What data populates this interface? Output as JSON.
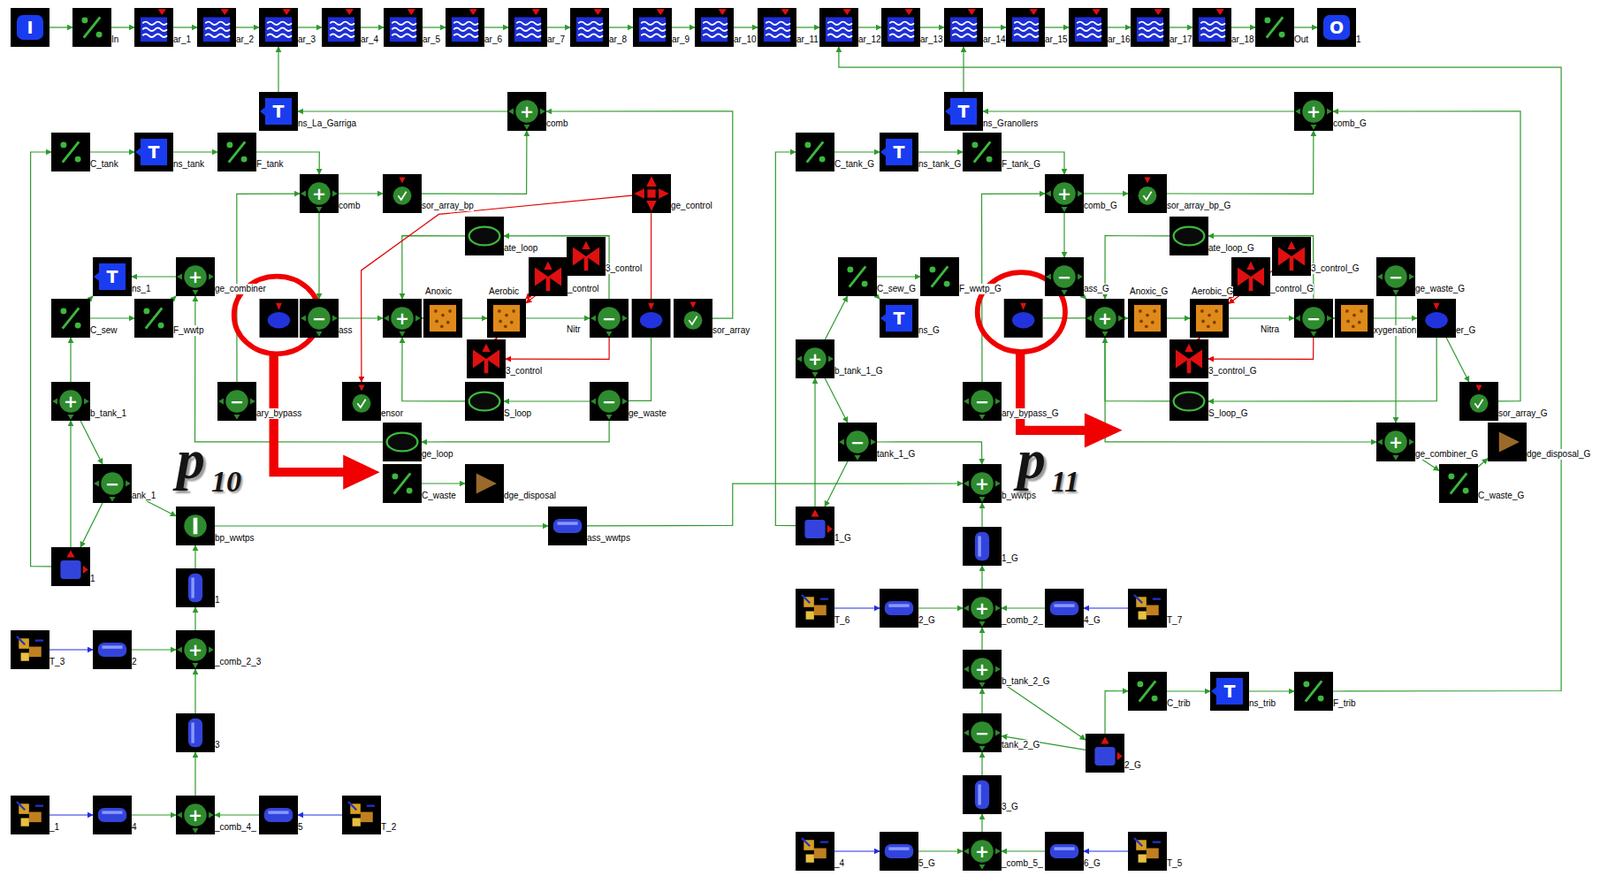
{
  "diagram": {
    "nodes": [
      {
        "text": [
          "I"
        ]
      },
      {
        "text": [
          "In"
        ]
      },
      {
        "text": [
          "ar_1"
        ]
      },
      {
        "text": [
          "ar_2"
        ]
      },
      {
        "text": [
          "ar_3"
        ]
      },
      {
        "text": [
          "ar_4"
        ]
      },
      {
        "text": [
          "ar_5"
        ]
      },
      {
        "text": [
          "ar_6"
        ]
      },
      {
        "text": [
          "ar_7"
        ]
      },
      {
        "text": [
          "ar_8"
        ]
      },
      {
        "text": [
          "ar_9"
        ]
      },
      {
        "text": [
          "ar_10"
        ]
      },
      {
        "text": [
          "ar_11"
        ]
      },
      {
        "text": [
          "ar_12"
        ]
      },
      {
        "text": [
          "ar_13"
        ]
      },
      {
        "text": [
          "ar_14"
        ]
      },
      {
        "text": [
          "ar_15"
        ]
      },
      {
        "text": [
          "ar_16"
        ]
      },
      {
        "text": [
          "ar_17"
        ]
      },
      {
        "text": [
          "ar_18"
        ]
      },
      {
        "text": [
          "Out"
        ]
      },
      {
        "text": [
          "O",
          "1"
        ]
      },
      {
        "text": [
          "T",
          "ns_La_Garriga"
        ]
      },
      {
        "text": [
          "+",
          "comb"
        ]
      },
      {
        "text": [
          "C_tank"
        ]
      },
      {
        "text": [
          "T",
          "ns_tank"
        ]
      },
      {
        "text": [
          "F_tank"
        ]
      },
      {
        "text": [
          "+",
          "comb"
        ]
      },
      {
        "text": [
          "sor_array_bp"
        ]
      },
      {
        "text": [
          "ge_control"
        ]
      },
      {
        "text": [
          "ate_loop"
        ]
      },
      {
        "text": [
          "3_control"
        ]
      },
      {
        "text": [
          "_control"
        ]
      },
      {
        "text": [
          "T",
          "ns_1"
        ]
      },
      {
        "text": [
          "+",
          "ge_combiner"
        ]
      },
      {
        "text": [
          "C_sew"
        ]
      },
      {
        "text": [
          "F_wwtp"
        ]
      },
      {
        "text": [
          "−",
          "ass"
        ]
      },
      {
        "text": [
          "+"
        ]
      },
      {
        "text": [
          "Anoxic"
        ]
      },
      {
        "text": [
          "Aerobic"
        ]
      },
      {
        "text": [
          "−"
        ]
      },
      {
        "text": [
          "sor_array"
        ]
      },
      {
        "text": [
          "3_control"
        ]
      },
      {
        "text": [
          "+",
          "b_tank_1"
        ]
      },
      {
        "text": [
          "−",
          "ary_bypass"
        ]
      },
      {
        "text": [
          "ensor"
        ]
      },
      {
        "text": [
          "S_loop"
        ]
      },
      {
        "text": [
          "−",
          "ge_waste"
        ]
      },
      {
        "text": [
          "ge_loop"
        ]
      },
      {
        "text": [
          "−",
          "ank_1"
        ]
      },
      {
        "text": [
          "C_waste"
        ]
      },
      {
        "text": [
          "dge_disposal"
        ]
      },
      {
        "text": [
          "bp_wwtps"
        ]
      },
      {
        "text": [
          "ass_wwtps"
        ]
      },
      {
        "text": [
          "1"
        ]
      },
      {
        "text": [
          "1"
        ]
      },
      {
        "text": [
          "T_3"
        ]
      },
      {
        "text": [
          "2"
        ]
      },
      {
        "text": [
          "+",
          "_comb_2_3"
        ]
      },
      {
        "text": [
          "3"
        ]
      },
      {
        "text": [
          "_1"
        ]
      },
      {
        "text": [
          "4"
        ]
      },
      {
        "text": [
          "+",
          "_comb_4_"
        ]
      },
      {
        "text": [
          "5"
        ]
      },
      {
        "text": [
          "T_2"
        ]
      },
      {
        "text": [
          "T",
          "ns_Granollers"
        ]
      },
      {
        "text": [
          "+",
          "comb_G"
        ]
      },
      {
        "text": [
          "C_tank_G"
        ]
      },
      {
        "text": [
          "T",
          "ns_tank_G"
        ]
      },
      {
        "text": [
          "F_tank_G"
        ]
      },
      {
        "text": [
          "+",
          "comb_G"
        ]
      },
      {
        "text": [
          "sor_array_bp_G"
        ]
      },
      {
        "text": [
          "ate_loop_G"
        ]
      },
      {
        "text": [
          "3_control_G"
        ]
      },
      {
        "text": [
          "_control_G"
        ]
      },
      {
        "text": [
          "C_sew_G"
        ]
      },
      {
        "text": [
          "F_wwtp_G"
        ]
      },
      {
        "text": [
          "−",
          "ass_G"
        ]
      },
      {
        "text": [
          "−",
          "ge_waste_G"
        ]
      },
      {
        "text": [
          "T",
          "ns_G"
        ]
      },
      {
        "text": [
          "+"
        ]
      },
      {
        "text": [
          "Anoxic_G"
        ]
      },
      {
        "text": [
          "Aerobic_G"
        ]
      },
      {
        "text": [
          "−"
        ]
      },
      {
        "text": [
          "xygenation"
        ]
      },
      {
        "text": [
          "er_G"
        ]
      },
      {
        "text": [
          "+",
          "b_tank_1_G"
        ]
      },
      {
        "text": [
          "3_control_G"
        ]
      },
      {
        "text": [
          "−",
          "ary_bypass_G"
        ]
      },
      {
        "text": [
          "S_loop_G"
        ]
      },
      {
        "text": [
          "sor_array_G"
        ]
      },
      {
        "text": [
          "−",
          "tank_1_G"
        ]
      },
      {
        "text": [
          "+",
          "ge_combiner_G"
        ]
      },
      {
        "text": [
          "dge_disposal_G"
        ]
      },
      {
        "text": [
          "+",
          "b_wwtps"
        ]
      },
      {
        "text": [
          "C_waste_G"
        ]
      },
      {
        "text": [
          "1_G"
        ]
      },
      {
        "text": [
          "1_G"
        ]
      },
      {
        "text": [
          "T_6"
        ]
      },
      {
        "text": [
          "2_G"
        ]
      },
      {
        "text": [
          "+",
          "_comb_2_"
        ]
      },
      {
        "text": [
          "4_G"
        ]
      },
      {
        "text": [
          "T_7"
        ]
      },
      {
        "text": [
          "+",
          "b_tank_2_G"
        ]
      },
      {
        "text": [
          "C_trib"
        ]
      },
      {
        "text": [
          "T",
          "ns_trib"
        ]
      },
      {
        "text": [
          "F_trib"
        ]
      },
      {
        "text": [
          "−",
          "tank_2_G"
        ]
      },
      {
        "text": [
          "2_G"
        ]
      },
      {
        "text": [
          "3_G"
        ]
      },
      {
        "text": [
          "_4"
        ]
      },
      {
        "text": [
          "5_G"
        ]
      },
      {
        "text": [
          "+",
          "_comb_5_"
        ]
      },
      {
        "text": [
          "6_G"
        ]
      },
      {
        "text": [
          "T_5"
        ]
      }
    ],
    "edges": [
      {
        "from": 0,
        "to": 1,
        "arrow": "to"
      },
      {
        "from": 1,
        "to": 2,
        "arrow": "to"
      },
      {
        "from": 2,
        "to": 3,
        "arrow": "to"
      },
      {
        "from": 3,
        "to": 4,
        "arrow": "to"
      },
      {
        "from": 4,
        "to": 5,
        "arrow": "to"
      },
      {
        "from": 5,
        "to": 6,
        "arrow": "to"
      },
      {
        "from": 6,
        "to": 7,
        "arrow": "to"
      },
      {
        "from": 7,
        "to": 8,
        "arrow": "to"
      },
      {
        "from": 8,
        "to": 9,
        "arrow": "to"
      },
      {
        "from": 9,
        "to": 10,
        "arrow": "to"
      },
      {
        "from": 10,
        "to": 11,
        "arrow": "to"
      },
      {
        "from": 11,
        "to": 12,
        "arrow": "to"
      },
      {
        "from": 12,
        "to": 13,
        "arrow": "to"
      },
      {
        "from": 13,
        "to": 14,
        "arrow": "to"
      },
      {
        "from": 14,
        "to": 15,
        "arrow": "to"
      },
      {
        "from": 15,
        "to": 16,
        "arrow": "to"
      },
      {
        "from": 16,
        "to": 17,
        "arrow": "to"
      },
      {
        "from": 17,
        "to": 18,
        "arrow": "to"
      },
      {
        "from": 18,
        "to": 19,
        "arrow": "to"
      },
      {
        "from": 19,
        "to": 20,
        "arrow": "to"
      },
      {
        "from": 20,
        "to": 21,
        "arrow": "to"
      },
      {
        "from": 22,
        "to": 4,
        "arrow": "to"
      },
      {
        "from": 66,
        "to": 15,
        "arrow": "to"
      },
      {
        "from": 107,
        "to": 13,
        "arrow": "to"
      },
      {
        "from": 23,
        "to": 22,
        "arrow": "to"
      },
      {
        "from": 24,
        "to": 25,
        "arrow": "to"
      },
      {
        "from": 25,
        "to": 26,
        "arrow": "to"
      },
      {
        "from": 26,
        "to": 27,
        "arrow": "to"
      },
      {
        "from": 55,
        "to": 24,
        "arrow": "to"
      },
      {
        "from": 27,
        "to": 28,
        "arrow": "to"
      },
      {
        "from": 28,
        "to": 23,
        "arrow": "to"
      },
      {
        "from": 45,
        "to": 27,
        "arrow": "to"
      },
      {
        "from": 27,
        "to": 37,
        "arrow": "to"
      },
      {
        "from": 34,
        "to": 33,
        "arrow": "to"
      },
      {
        "from": 44,
        "to": 35,
        "arrow": "to"
      },
      {
        "from": 35,
        "to": 33,
        "arrow": "to"
      },
      {
        "from": 36,
        "to": 34,
        "arrow": "to"
      },
      {
        "from": 35,
        "to": 36,
        "arrow": "to"
      },
      {
        "from": 49,
        "to": 34,
        "arrow": "to"
      },
      {
        "from": 44,
        "to": 50,
        "arrow": "to"
      },
      {
        "from": 50,
        "to": 53,
        "arrow": "to"
      },
      {
        "from": 55,
        "to": 44,
        "arrow": "to"
      },
      {
        "from": 50,
        "to": 55,
        "arrow": "to"
      },
      {
        "from": 53,
        "to": 54,
        "arrow": "to"
      },
      {
        "from": 54,
        "to": 95,
        "arrow": "to"
      },
      {
        "from": 56,
        "to": 53,
        "arrow": "to"
      },
      {
        "from": 59,
        "to": 56,
        "arrow": "to"
      },
      {
        "from": 60,
        "to": 59,
        "arrow": "to"
      },
      {
        "from": 63,
        "to": 60,
        "arrow": "to"
      },
      {
        "from": 57,
        "to": 58,
        "arrow": "to"
      },
      {
        "from": 58,
        "to": 59,
        "arrow": "to"
      },
      {
        "from": 61,
        "to": 62,
        "arrow": "to"
      },
      {
        "from": 62,
        "to": 63,
        "arrow": "to"
      },
      {
        "from": 65,
        "to": 64,
        "arrow": "to"
      },
      {
        "from": 64,
        "to": 63,
        "arrow": "to"
      },
      {
        "from": 37,
        "to": 38,
        "arrow": "to"
      },
      {
        "from": 38,
        "to": 39,
        "arrow": "to"
      },
      {
        "from": 39,
        "to": 40,
        "arrow": "to"
      },
      {
        "from": 40,
        "to": 41,
        "arrow": "to"
      },
      {
        "from": 30,
        "to": 38,
        "arrow": "to"
      },
      {
        "from": 41,
        "to": 30,
        "arrow": "to"
      },
      {
        "from": 47,
        "to": 38,
        "arrow": "to"
      },
      {
        "from": 48,
        "to": 47,
        "arrow": "to"
      },
      {
        "from": 48,
        "to": 49,
        "arrow": "to"
      },
      {
        "from": 51,
        "to": 52,
        "arrow": "to"
      },
      {
        "from": 29,
        "to": 46,
        "arrow": "to"
      },
      {
        "from": 31,
        "to": 40,
        "arrow": "to"
      },
      {
        "from": 32,
        "to": 40,
        "arrow": "to"
      },
      {
        "from": 43,
        "to": 40,
        "arrow": "to"
      },
      {
        "from": 41,
        "to": 43,
        "arrow": "to"
      },
      {
        "from": 42,
        "to": 23,
        "arrow": "to"
      },
      {
        "from": 67,
        "to": 66,
        "arrow": "to"
      },
      {
        "from": 68,
        "to": 69,
        "arrow": "to"
      },
      {
        "from": 69,
        "to": 70,
        "arrow": "to"
      },
      {
        "from": 70,
        "to": 71,
        "arrow": "to"
      },
      {
        "from": 97,
        "to": 68,
        "arrow": "to"
      },
      {
        "from": 71,
        "to": 72,
        "arrow": "to"
      },
      {
        "from": 72,
        "to": 67,
        "arrow": "to"
      },
      {
        "from": 89,
        "to": 71,
        "arrow": "to"
      },
      {
        "from": 71,
        "to": 78,
        "arrow": "to"
      },
      {
        "from": 78,
        "to": 81,
        "arrow": "to"
      },
      {
        "from": 81,
        "to": 82,
        "arrow": "to"
      },
      {
        "from": 82,
        "to": 83,
        "arrow": "to"
      },
      {
        "from": 83,
        "to": 84,
        "arrow": "to"
      },
      {
        "from": 84,
        "to": 85,
        "arrow": "to"
      },
      {
        "from": 85,
        "to": 86,
        "arrow": "to"
      },
      {
        "from": 73,
        "to": 81,
        "arrow": "to"
      },
      {
        "from": 84,
        "to": 73,
        "arrow": "to"
      },
      {
        "from": 90,
        "to": 81,
        "arrow": "to"
      },
      {
        "from": 86,
        "to": 90,
        "arrow": "to"
      },
      {
        "from": 79,
        "to": 93,
        "arrow": "to"
      },
      {
        "from": 91,
        "to": 67,
        "arrow": "to"
      },
      {
        "from": 86,
        "to": 91,
        "arrow": "to"
      },
      {
        "from": 93,
        "to": 96,
        "arrow": "to"
      },
      {
        "from": 96,
        "to": 94,
        "arrow": "to"
      },
      {
        "from": 81,
        "to": 93,
        "arrow": "to"
      },
      {
        "from": 76,
        "to": 77,
        "arrow": "to"
      },
      {
        "from": 76,
        "to": 80,
        "arrow": "to"
      },
      {
        "from": 87,
        "to": 76,
        "arrow": "to"
      },
      {
        "from": 87,
        "to": 92,
        "arrow": "to"
      },
      {
        "from": 92,
        "to": 95,
        "arrow": "to"
      },
      {
        "from": 97,
        "to": 87,
        "arrow": "to"
      },
      {
        "from": 92,
        "to": 97,
        "arrow": "to"
      },
      {
        "from": 98,
        "to": 95,
        "arrow": "to"
      },
      {
        "from": 101,
        "to": 98,
        "arrow": "to"
      },
      {
        "from": 104,
        "to": 101,
        "arrow": "to"
      },
      {
        "from": 108,
        "to": 104,
        "arrow": "to"
      },
      {
        "from": 110,
        "to": 108,
        "arrow": "to"
      },
      {
        "from": 113,
        "to": 110,
        "arrow": "to"
      },
      {
        "from": 99,
        "to": 100,
        "arrow": "to"
      },
      {
        "from": 100,
        "to": 101,
        "arrow": "to"
      },
      {
        "from": 103,
        "to": 102,
        "arrow": "to"
      },
      {
        "from": 102,
        "to": 101,
        "arrow": "to"
      },
      {
        "from": 111,
        "to": 112,
        "arrow": "to"
      },
      {
        "from": 112,
        "to": 113,
        "arrow": "to"
      },
      {
        "from": 115,
        "to": 114,
        "arrow": "to"
      },
      {
        "from": 114,
        "to": 113,
        "arrow": "to"
      },
      {
        "from": 104,
        "to": 109,
        "arrow": "to"
      },
      {
        "from": 109,
        "to": 108,
        "arrow": "to"
      },
      {
        "from": 109,
        "to": 105,
        "arrow": "to"
      },
      {
        "from": 105,
        "to": 106,
        "arrow": "to"
      },
      {
        "from": 106,
        "to": 107,
        "arrow": "to"
      },
      {
        "from": 74,
        "to": 83,
        "arrow": "to"
      },
      {
        "from": 75,
        "to": 83,
        "arrow": "to"
      },
      {
        "from": 88,
        "to": 83,
        "arrow": "to"
      },
      {
        "from": 84,
        "to": 88,
        "arrow": "to"
      }
    ],
    "labels": [
      "Nitr",
      "Nitra",
      "p",
      "10",
      "p",
      "11"
    ]
  }
}
